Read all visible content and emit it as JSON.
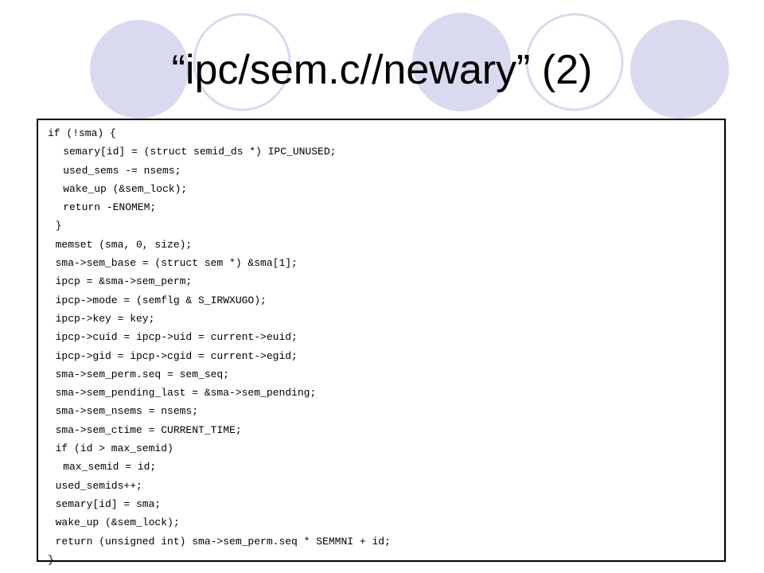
{
  "slide": {
    "title": "“ipc/sem.c//newary” (2)",
    "accent_fill": "#d9d9f0",
    "accent_stroke": "#a8a8d8",
    "code_lines": [
      {
        "indent": 0,
        "text": "if (!sma) {"
      },
      {
        "indent": 4,
        "text": "semary[id] = (struct semid_ds *) IPC_UNUSED;"
      },
      {
        "indent": 4,
        "text": "used_sems -= nsems;"
      },
      {
        "indent": 4,
        "text": "wake_up (&sem_lock);"
      },
      {
        "indent": 4,
        "text": "return -ENOMEM;"
      },
      {
        "indent": 2,
        "text": "}"
      },
      {
        "indent": 2,
        "text": "memset (sma, 0, size);"
      },
      {
        "indent": 2,
        "text": "sma->sem_base = (struct sem *) &sma[1];"
      },
      {
        "indent": 2,
        "text": "ipcp = &sma->sem_perm;"
      },
      {
        "indent": 2,
        "text": "ipcp->mode = (semflg & S_IRWXUGO);"
      },
      {
        "indent": 2,
        "text": "ipcp->key = key;"
      },
      {
        "indent": 2,
        "text": "ipcp->cuid = ipcp->uid = current->euid;"
      },
      {
        "indent": 2,
        "text": "ipcp->gid = ipcp->cgid = current->egid;"
      },
      {
        "indent": 2,
        "text": "sma->sem_perm.seq = sem_seq;"
      },
      {
        "indent": 2,
        "text": "sma->sem_pending_last = &sma->sem_pending;"
      },
      {
        "indent": 2,
        "text": "sma->sem_nsems = nsems;"
      },
      {
        "indent": 2,
        "text": "sma->sem_ctime = CURRENT_TIME;"
      },
      {
        "indent": 2,
        "text": "if (id > max_semid)"
      },
      {
        "indent": 4,
        "text": "max_semid = id;"
      },
      {
        "indent": 2,
        "text": "used_semids++;"
      },
      {
        "indent": 2,
        "text": "semary[id] = sma;"
      },
      {
        "indent": 2,
        "text": "wake_up (&sem_lock);"
      },
      {
        "indent": 2,
        "text": "return (unsigned int) sma->sem_perm.seq * SEMMNI + id;"
      },
      {
        "indent": 0,
        "text": "}"
      }
    ]
  }
}
